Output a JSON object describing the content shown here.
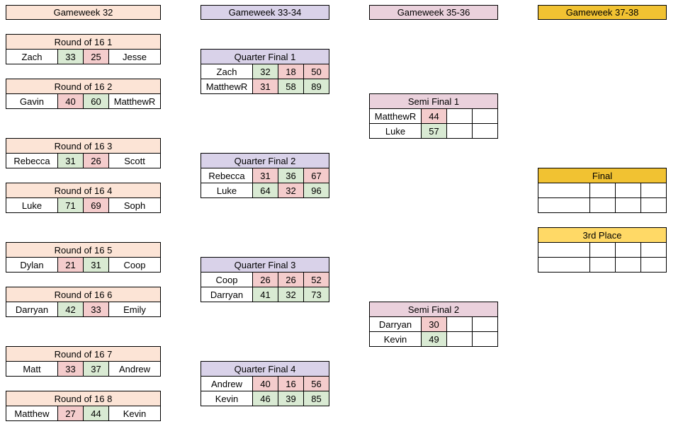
{
  "headers": {
    "gw32": "Gameweek 32",
    "gw33_34": "Gameweek 33-34",
    "gw35_36": "Gameweek 35-36",
    "gw37_38": "Gameweek 37-38"
  },
  "round_of_16": [
    {
      "title": "Round of 16 1",
      "p1": "Zach",
      "s1": "33",
      "s2": "25",
      "p2": "Jesse"
    },
    {
      "title": "Round of 16 2",
      "p1": "Gavin",
      "s1": "40",
      "s2": "60",
      "p2": "MatthewR"
    },
    {
      "title": "Round of 16 3",
      "p1": "Rebecca",
      "s1": "31",
      "s2": "26",
      "p2": "Scott"
    },
    {
      "title": "Round of 16 4",
      "p1": "Luke",
      "s1": "71",
      "s2": "69",
      "p2": "Soph"
    },
    {
      "title": "Round of 16 5",
      "p1": "Dylan",
      "s1": "21",
      "s2": "31",
      "p2": "Coop"
    },
    {
      "title": "Round of 16 6",
      "p1": "Darryan",
      "s1": "42",
      "s2": "33",
      "p2": "Emily"
    },
    {
      "title": "Round of 16 7",
      "p1": "Matt",
      "s1": "33",
      "s2": "37",
      "p2": "Andrew"
    },
    {
      "title": "Round of 16 8",
      "p1": "Matthew",
      "s1": "27",
      "s2": "44",
      "p2": "Kevin"
    }
  ],
  "quarter_finals": [
    {
      "title": "Quarter Final 1",
      "rows": [
        {
          "name": "Zach",
          "g1": "32",
          "g2": "18",
          "total": "50"
        },
        {
          "name": "MatthewR",
          "g1": "31",
          "g2": "58",
          "total": "89"
        }
      ]
    },
    {
      "title": "Quarter Final 2",
      "rows": [
        {
          "name": "Rebecca",
          "g1": "31",
          "g2": "36",
          "total": "67"
        },
        {
          "name": "Luke",
          "g1": "64",
          "g2": "32",
          "total": "96"
        }
      ]
    },
    {
      "title": "Quarter Final 3",
      "rows": [
        {
          "name": "Coop",
          "g1": "26",
          "g2": "26",
          "total": "52"
        },
        {
          "name": "Darryan",
          "g1": "41",
          "g2": "32",
          "total": "73"
        }
      ]
    },
    {
      "title": "Quarter Final 4",
      "rows": [
        {
          "name": "Andrew",
          "g1": "40",
          "g2": "16",
          "total": "56"
        },
        {
          "name": "Kevin",
          "g1": "46",
          "g2": "39",
          "total": "85"
        }
      ]
    }
  ],
  "semi_finals": [
    {
      "title": "Semi Final 1",
      "rows": [
        {
          "name": "MatthewR",
          "g1": "44",
          "g2": "",
          "total": ""
        },
        {
          "name": "Luke",
          "g1": "57",
          "g2": "",
          "total": ""
        }
      ]
    },
    {
      "title": "Semi Final 2",
      "rows": [
        {
          "name": "Darryan",
          "g1": "30",
          "g2": "",
          "total": ""
        },
        {
          "name": "Kevin",
          "g1": "49",
          "g2": "",
          "total": ""
        }
      ]
    }
  ],
  "final": {
    "title": "Final"
  },
  "third_place": {
    "title": "3rd Place"
  },
  "colors": {
    "winner": "#d9ead3",
    "loser": "#f4cccc",
    "gw32": "#fce4d6",
    "gw33": "#d9d2e9",
    "gw35": "#ead1dc",
    "gw37": "#f1c232",
    "third": "#ffd966"
  }
}
